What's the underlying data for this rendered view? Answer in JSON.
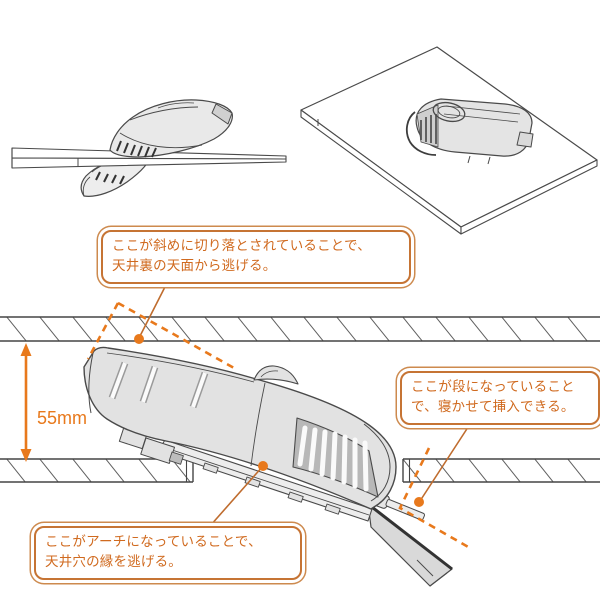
{
  "diagram": {
    "dimension_label": "55mm",
    "callouts": {
      "chamfer": {
        "line1": "ここが斜めに切り落とされていることで、",
        "line2": "天井裏の天面から逃げる。"
      },
      "step": {
        "line1": "ここが段になっていること",
        "line2": "で、寝かせて挿入できる。"
      },
      "arch": {
        "line1": "ここがアーチになっていることで、",
        "line2": "天井穴の縁を逃げる。"
      }
    },
    "colors": {
      "accent_orange": "#e8791c",
      "leader_line": "#bf6c2e",
      "callout_border": "#c67434",
      "callout_text": "#d06a1f",
      "drawing_line": "#4a4a4a",
      "device_fill": "#e2e2e2"
    }
  }
}
